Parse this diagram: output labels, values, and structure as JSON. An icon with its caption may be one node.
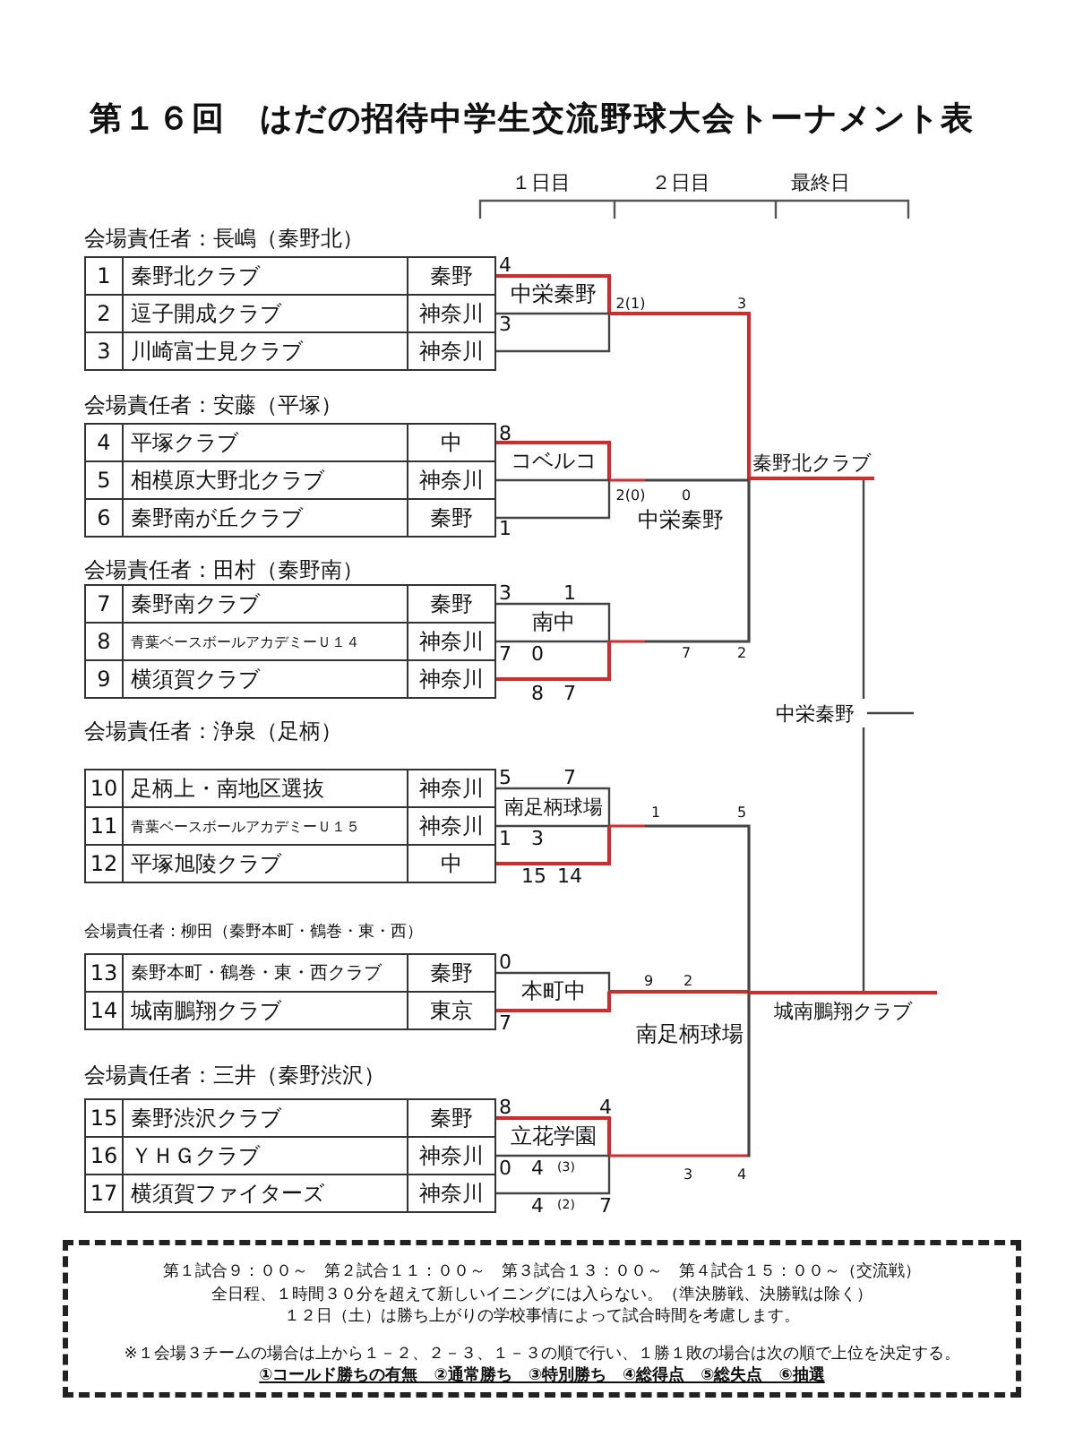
{
  "diagram": {
    "title": "第１６回　はだの招待中学生交流野球大会トーナメント表",
    "nodes": [
      {
        "text": [
          "1",
          "秦野北クラブ",
          "秦野"
        ]
      },
      {
        "text": [
          "2",
          "逗子開成クラブ",
          "神奈川"
        ]
      },
      {
        "text": [
          "3",
          "川崎富士見クラブ",
          "神奈川"
        ]
      },
      {
        "text": [
          "4",
          "平塚クラブ",
          "中"
        ]
      },
      {
        "text": [
          "5",
          "相模原大野北クラブ",
          "神奈川"
        ]
      },
      {
        "text": [
          "6",
          "秦野南が丘クラブ",
          "秦野"
        ]
      },
      {
        "text": [
          "7",
          "秦野南クラブ",
          "秦野"
        ]
      },
      {
        "text": [
          "8",
          "青葉ベースボールアカデミーＵ１４",
          "神奈川"
        ]
      },
      {
        "text": [
          "9",
          "横須賀クラブ",
          "神奈川"
        ]
      },
      {
        "text": [
          "10",
          "足柄上・南地区選抜",
          "神奈川"
        ]
      },
      {
        "text": [
          "11",
          "青葉ベースボールアカデミーＵ１５",
          "神奈川"
        ]
      },
      {
        "text": [
          "12",
          "平塚旭陵クラブ",
          "中"
        ]
      },
      {
        "text": [
          "13",
          "秦野本町・鶴巻・東・西クラブ",
          "秦野"
        ]
      },
      {
        "text": [
          "14",
          "城南鵬翔クラブ",
          "東京"
        ]
      },
      {
        "text": [
          "15",
          "秦野渋沢クラブ",
          "秦野"
        ]
      },
      {
        "text": [
          "16",
          "ＹＨＧクラブ",
          "神奈川"
        ]
      },
      {
        "text": [
          "17",
          "横須賀ファイターズ",
          "神奈川"
        ]
      },
      {
        "text": [
          "中栄秦野"
        ]
      },
      {
        "text": [
          "コベルコ"
        ]
      },
      {
        "text": [
          "南中"
        ]
      },
      {
        "text": [
          "南足柄球場"
        ]
      },
      {
        "text": [
          "本町中"
        ]
      },
      {
        "text": [
          "立花学園"
        ]
      },
      {
        "text": [
          "秦野北クラブ"
        ]
      },
      {
        "text": [
          "城南鵬翔クラブ"
        ]
      },
      {
        "text": [
          "中栄秦野"
        ]
      },
      {
        "text": [
          "第１試合９：００～　第２試合１１：００～　第３試合１３：００～　第４試合１５：００～（交流戦）",
          "全日程、１時間３０分を超えて新しいイニングには入らない。（準決勝戦、決勝戦は除く）",
          "１２日（土）は勝ち上がりの学校事情によって試合時間を考慮します。",
          "※１会場３チームの場合は上から１－２、２－３、１－３の順で行い、１勝１敗の場合は次の順で上位を決定する。",
          "①コールド勝ちの有無　②通常勝ち　③特別勝ち　④総得点　⑤総失点　⑥抽選"
        ]
      }
    ],
    "edges": [
      {
        "from": 0,
        "to": 17,
        "arrow": "none",
        "color": "#d42a2a"
      },
      {
        "from": 1,
        "to": 17,
        "arrow": "none"
      },
      {
        "from": 2,
        "to": 17,
        "arrow": "none"
      },
      {
        "from": 3,
        "to": 18,
        "arrow": "none",
        "color": "#d42a2a"
      },
      {
        "from": 4,
        "to": 18,
        "arrow": "none"
      },
      {
        "from": 5,
        "to": 18,
        "arrow": "none"
      },
      {
        "from": 6,
        "to": 19,
        "arrow": "none"
      },
      {
        "from": 7,
        "to": 19,
        "arrow": "none"
      },
      {
        "from": 8,
        "to": 19,
        "arrow": "none",
        "color": "#d42a2a"
      },
      {
        "from": 9,
        "to": 20,
        "arrow": "none"
      },
      {
        "from": 10,
        "to": 20,
        "arrow": "none"
      },
      {
        "from": 11,
        "to": 20,
        "arrow": "none",
        "color": "#d42a2a"
      },
      {
        "from": 12,
        "to": 21,
        "arrow": "none"
      },
      {
        "from": 13,
        "to": 21,
        "arrow": "none",
        "color": "#d42a2a"
      },
      {
        "from": 14,
        "to": 22,
        "arrow": "none",
        "color": "#d42a2a"
      },
      {
        "from": 15,
        "to": 22,
        "arrow": "none"
      },
      {
        "from": 16,
        "to": 22,
        "arrow": "none"
      },
      {
        "from": 17,
        "to": 23,
        "arrow": "none",
        "color": "#d42a2a"
      },
      {
        "from": 18,
        "to": 23,
        "arrow": "none"
      },
      {
        "from": 19,
        "to": 23,
        "arrow": "none"
      },
      {
        "from": 20,
        "to": 24,
        "arrow": "none"
      },
      {
        "from": 21,
        "to": 24,
        "arrow": "none",
        "color": "#d42a2a"
      },
      {
        "from": 22,
        "to": 24,
        "arrow": "none"
      },
      {
        "from": 23,
        "to": 25,
        "arrow": "none"
      },
      {
        "from": 24,
        "to": 25,
        "arrow": "none"
      },
      {
        "from": 25,
        "to": null,
        "arrow": "none"
      }
    ],
    "labels": [
      "１日目",
      "２日目",
      "最終日",
      "会場責任者：長嶋（秦野北）",
      "4",
      "2(1)",
      "3",
      "3",
      "会場責任者：安藤（平塚）",
      "8",
      "2(0)",
      "0",
      "中栄秦野",
      "1",
      "会場責任者：田村（秦野南）",
      "3",
      "1",
      "7",
      "0",
      "7",
      "2",
      "8",
      "7",
      "会場責任者：浄泉（足柄）",
      "5",
      "7",
      "1",
      "5",
      "1",
      "3",
      "15",
      "14",
      "会場責任者：柳田（秦野本町・鶴巻・東・西）",
      "0",
      "9",
      "2",
      "7",
      "南足柄球場",
      "会場責任者：三井（秦野渋沢）",
      "8",
      "4",
      "0",
      "4",
      "(3)",
      "3",
      "4",
      "4",
      "(2)",
      "7"
    ]
  }
}
